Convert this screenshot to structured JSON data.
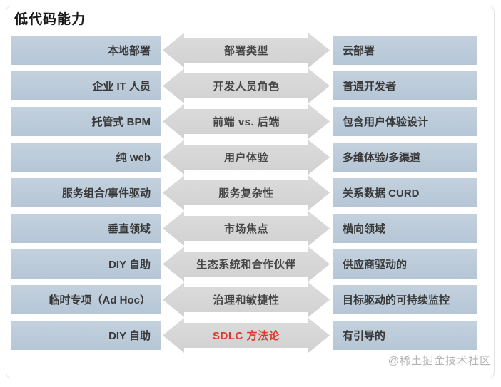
{
  "page": {
    "title": "低代码能力",
    "watermark": "@稀土掘金技术社区"
  },
  "colors": {
    "box-fill": "#c4d1de",
    "box-fill-dark": "#b5c6d6",
    "arrow-fill": "#dcdcdc",
    "arrow-fill-dark": "#d1d1d1",
    "text": "#383838",
    "highlight": "#d93a2c",
    "watermark": "#b3b3b3",
    "border": "#e4e4e4"
  },
  "rows": [
    {
      "left": "本地部署",
      "center": "部署类型",
      "right": "云部署"
    },
    {
      "left": "企业 IT 人员",
      "center": "开发人员角色",
      "right": "普通开发者"
    },
    {
      "left": "托管式 BPM",
      "center": "前端 vs. 后端",
      "right": "包含用户体验设计"
    },
    {
      "left": "纯 web",
      "center": "用户体验",
      "right": "多维体验/多渠道"
    },
    {
      "left": "服务组合/事件驱动",
      "center": "服务复杂性",
      "right": "关系数据 CURD"
    },
    {
      "left": "垂直领域",
      "center": "市场焦点",
      "right": "横向领域"
    },
    {
      "left": "DIY 自助",
      "center": "生态系统和合作伙伴",
      "right": "供应商驱动的"
    },
    {
      "left": "临时专项（Ad Hoc）",
      "center": "治理和敏捷性",
      "right": "目标驱动的可持续监控"
    },
    {
      "left": "DIY 自助",
      "center": "SDLC 方法论",
      "right": "有引导的"
    }
  ]
}
